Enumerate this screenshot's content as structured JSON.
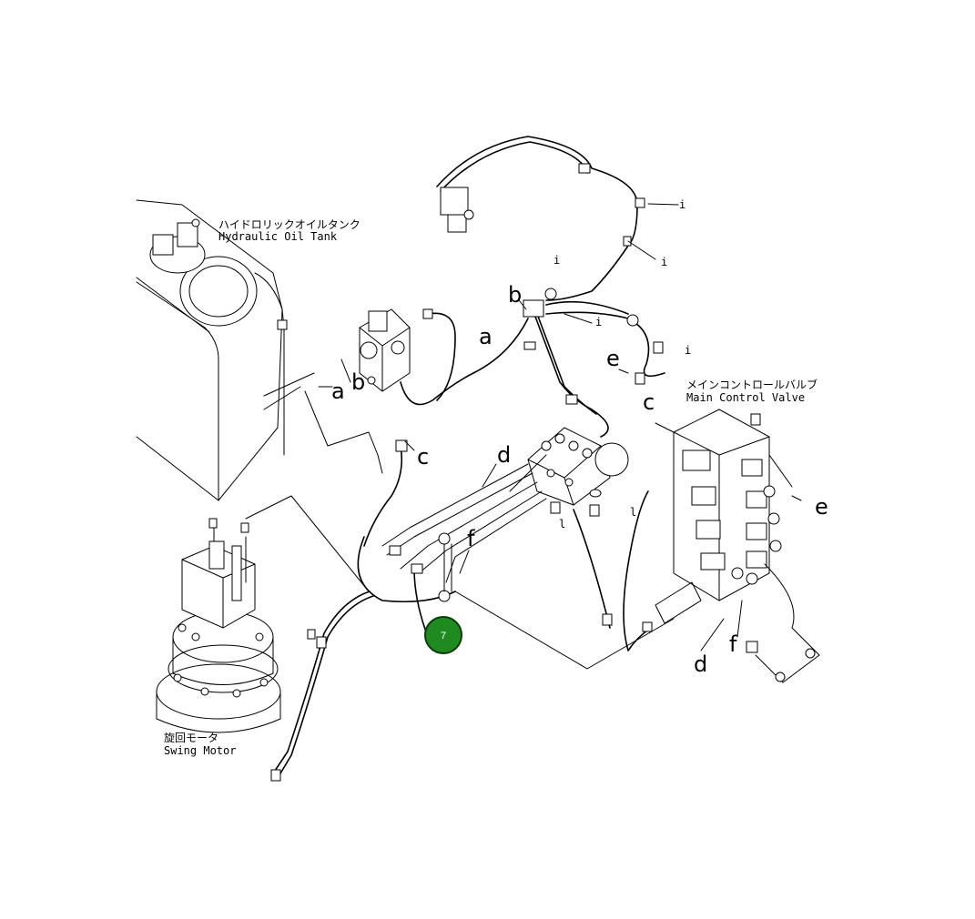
{
  "captions": {
    "tank_jp": "ハイドロリックオイルタンク",
    "tank_en": "Hydraulic Oil Tank",
    "valve_jp": "メインコントロールバルブ",
    "valve_en": "Main Control Valve",
    "motor_jp": "旋回モータ",
    "motor_en": "Swing Motor"
  },
  "labels": {
    "a1": "a",
    "a2": "a",
    "b1": "b",
    "b2": "b",
    "c1": "c",
    "c2": "c",
    "d1": "d",
    "d2": "d",
    "e1": "e",
    "e2": "e",
    "f1": "f",
    "f2": "f",
    "i1": "i",
    "i2": "i",
    "i3": "i",
    "i4": "i",
    "i5": "i",
    "l1": "l",
    "l2": "l"
  },
  "marker": {
    "number": "7",
    "color": "#1f8a1f"
  }
}
